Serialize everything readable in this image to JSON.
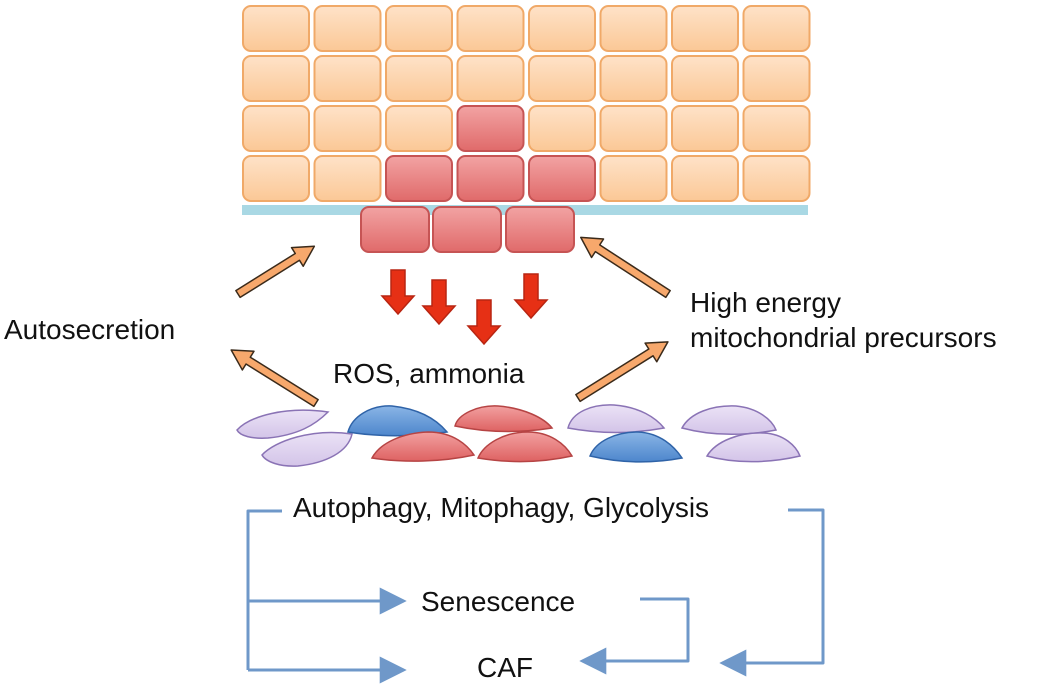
{
  "labels": {
    "autosecretion": "Autosecretion",
    "high_energy_line1": "High energy",
    "high_energy_line2": "mitochondrial precursors",
    "ros_ammonia": "ROS, ammonia",
    "autophagy": "Autophagy, Mitophagy, Glycolysis",
    "senescence": "Senescence",
    "caf": "CAF"
  },
  "colors": {
    "normal_cell_fill": "#fdd2ad",
    "normal_cell_stroke": "#f0a968",
    "tumor_cell_fill": "#e77b7b",
    "tumor_cell_stroke": "#c65454",
    "basement_membrane": "#a9d8e4",
    "red_arrow": "#e63015",
    "orange_arrow": "#f7a86c",
    "fibroblast_purple": "#d9cdeb",
    "fibroblast_blue": "#5b95d6",
    "fibroblast_red": "#e77b7b",
    "flow_line": "#6f98c9"
  },
  "epithelium": {
    "rows": [
      [
        "normal",
        "normal",
        "normal",
        "normal",
        "normal",
        "normal",
        "normal",
        "normal"
      ],
      [
        "normal",
        "normal",
        "normal",
        "normal",
        "normal",
        "normal",
        "normal",
        "normal"
      ],
      [
        "normal",
        "normal",
        "normal",
        "tumor",
        "normal",
        "normal",
        "normal",
        "normal"
      ],
      [
        "normal",
        "normal",
        "tumor",
        "tumor",
        "tumor",
        "normal",
        "normal",
        "normal"
      ]
    ],
    "invading_cells": [
      "tumor",
      "tumor",
      "tumor"
    ]
  },
  "fibroblasts": [
    "purple",
    "purple",
    "blue",
    "red",
    "red",
    "red",
    "purple",
    "blue",
    "purple",
    "purple"
  ]
}
